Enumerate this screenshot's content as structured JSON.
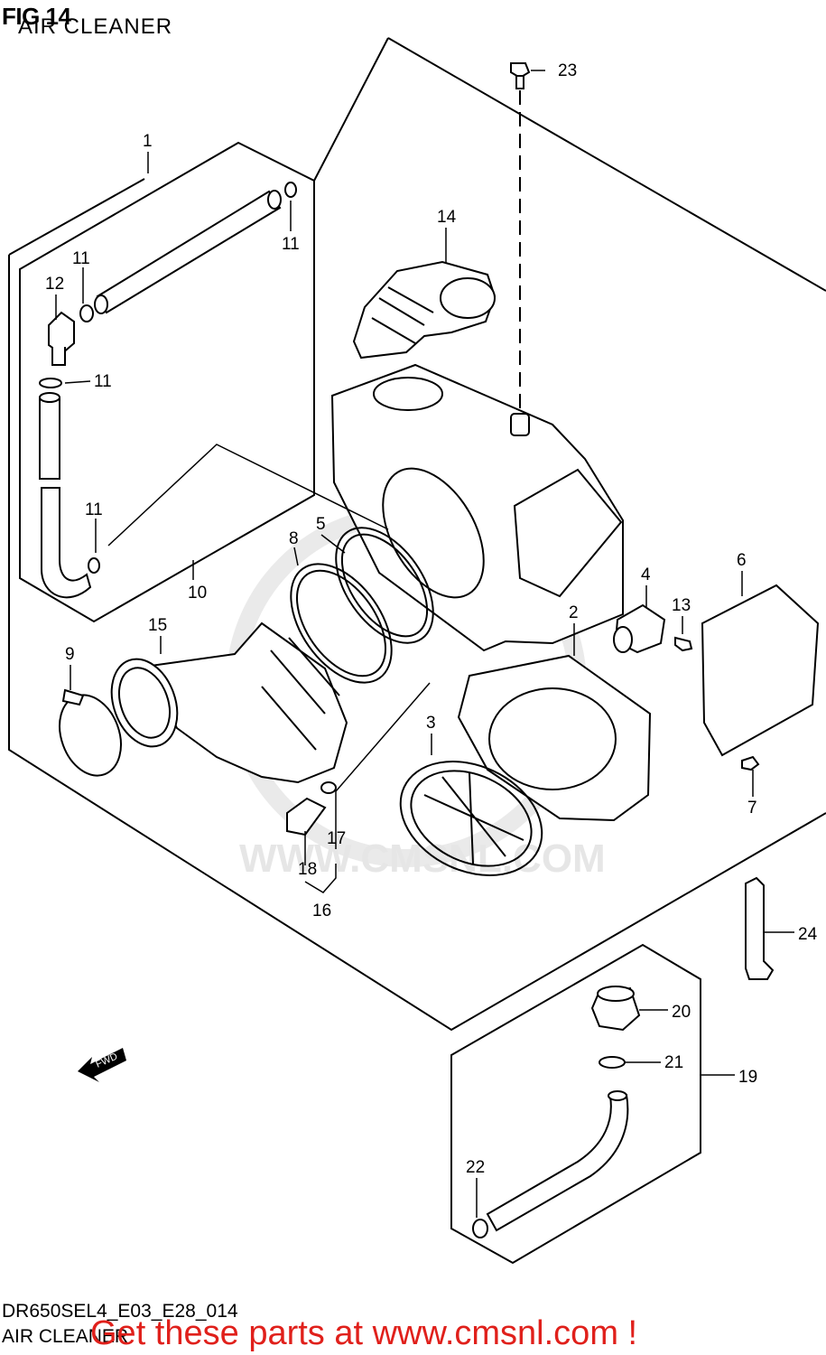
{
  "figure": {
    "title": "FIG 14",
    "subtitle": "AIR CLEANER",
    "code": "DR650SEL4_E03_E28_014",
    "footer": "AIR CLEANER"
  },
  "promo": "Get these parts at www.cmsnl.com !",
  "watermark": "WWW.CMSNL.COM",
  "arrow_label": "FWD",
  "part_labels": [
    "1",
    "2",
    "3",
    "4",
    "5",
    "6",
    "7",
    "8",
    "9",
    "10",
    "11",
    "11",
    "11",
    "11",
    "12",
    "13",
    "14",
    "15",
    "16",
    "17",
    "18",
    "19",
    "20",
    "21",
    "22",
    "23",
    "24"
  ]
}
